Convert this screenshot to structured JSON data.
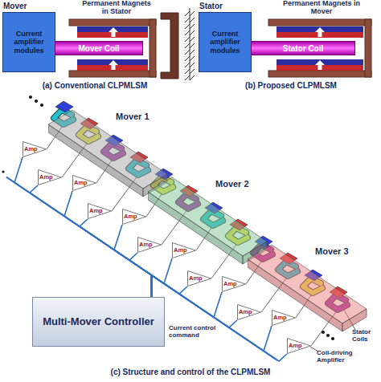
{
  "diagram": {
    "caption": "(c) Structure and control of the CLPMLSM",
    "nodes": [
      {
        "text": [
          "Mover",
          "Current amplifier modules"
        ]
      },
      {
        "text": [
          "Mover Coil"
        ]
      },
      {
        "text": [
          "Stator",
          "Current amplifier modules"
        ]
      },
      {
        "text": [
          "Stator Coil"
        ]
      },
      {
        "text": [
          "Mover 1"
        ]
      },
      {
        "text": [
          "Mover 2"
        ]
      },
      {
        "text": [
          "Mover 3"
        ]
      },
      {
        "text": [
          "Amp"
        ]
      },
      {
        "text": [
          "Amp"
        ]
      },
      {
        "text": [
          "Amp"
        ]
      },
      {
        "text": [
          "Amp"
        ]
      },
      {
        "text": [
          "Amp"
        ]
      },
      {
        "text": [
          "Amp"
        ]
      },
      {
        "text": [
          "Amp"
        ]
      },
      {
        "text": [
          "Amp"
        ]
      },
      {
        "text": [
          "Amp"
        ]
      },
      {
        "text": [
          "Amp"
        ]
      },
      {
        "text": [
          "Amp"
        ]
      },
      {
        "text": [
          "Amp"
        ]
      },
      {
        "text": [
          "Multi-Mover Controller"
        ]
      }
    ],
    "edges": [
      {
        "from": 19,
        "to": 7,
        "arrow": "none"
      },
      {
        "from": 19,
        "to": 8,
        "arrow": "none"
      },
      {
        "from": 19,
        "to": 9,
        "arrow": "none"
      },
      {
        "from": 19,
        "to": 10,
        "arrow": "none"
      },
      {
        "from": 19,
        "to": 11,
        "arrow": "none"
      },
      {
        "from": 19,
        "to": 12,
        "arrow": "none"
      },
      {
        "from": 19,
        "to": 13,
        "arrow": "none"
      },
      {
        "from": 19,
        "to": 14,
        "arrow": "none"
      },
      {
        "from": 19,
        "to": 15,
        "arrow": "none"
      },
      {
        "from": 19,
        "to": 16,
        "arrow": "none"
      },
      {
        "from": 19,
        "to": 17,
        "arrow": "none"
      },
      {
        "from": 19,
        "to": 18,
        "arrow": "none"
      }
    ],
    "labels": [
      "Permanent Magnets in Stator",
      "(a) Conventional CLPMLSM",
      "Permanent Magnets in Mover",
      "(b) Proposed CLPMLSM",
      "Current control command",
      "Stator Coils",
      "Coil-driving Amplifier"
    ]
  }
}
